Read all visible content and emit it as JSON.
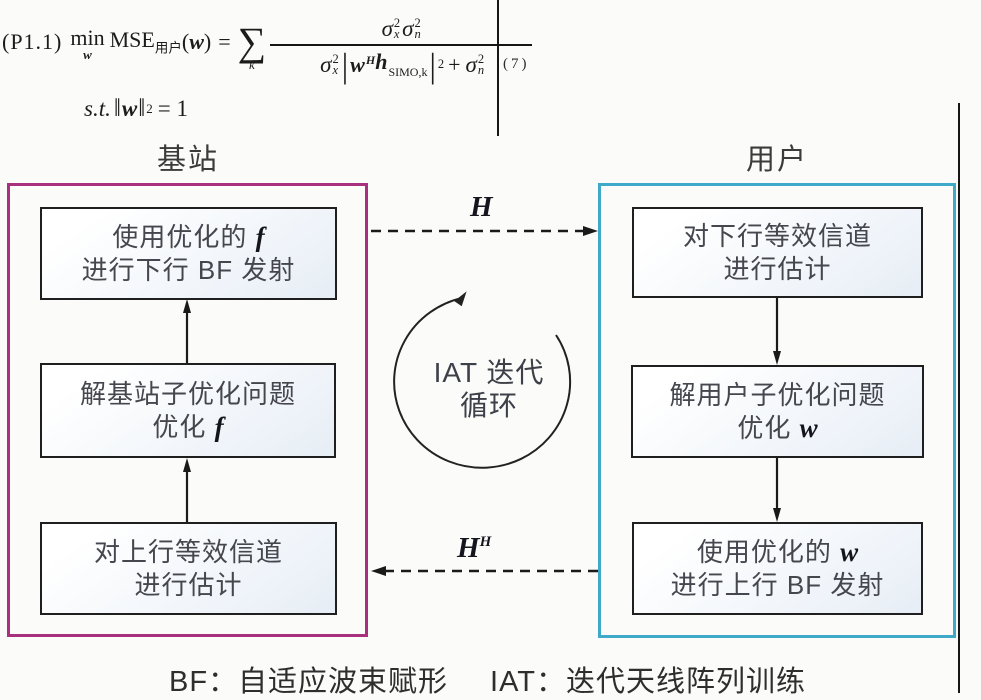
{
  "formula": {
    "label": "(P1.1)",
    "min_op": "min",
    "min_under": "w",
    "mse": "MSE",
    "mse_sub": "用户",
    "arg_open": "(",
    "arg_var": "w",
    "arg_close": ")",
    "eq": "=",
    "sum_op": "∑",
    "sum_sub": "k",
    "sigma": "σ",
    "sq": "2",
    "sub_x": "x",
    "sub_n": "n",
    "bar": "|",
    "w": "w",
    "w_sup": "H",
    "h": "h",
    "h_sub": "SIMO,k",
    "plus": "+",
    "eq_number": "(7)",
    "st": "s.t.",
    "norm": "‖",
    "c_var": "w",
    "c_sq": "2",
    "c_eq": "= 1"
  },
  "diagram": {
    "left_panel": {
      "title": "基站",
      "color": "#a8307f",
      "boxes": [
        {
          "lines": [
            {
              "pre": "使用优化的 ",
              "var": "f"
            },
            {
              "pre": "进行下行 BF 发射",
              "var": ""
            }
          ]
        },
        {
          "lines": [
            {
              "pre": "解基站子优化问题",
              "var": ""
            },
            {
              "pre": "优化 ",
              "var": "f"
            }
          ]
        },
        {
          "lines": [
            {
              "pre": "对上行等效信道",
              "var": ""
            },
            {
              "pre": "进行估计",
              "var": ""
            }
          ]
        }
      ]
    },
    "right_panel": {
      "title": "用户",
      "color": "#3fa9c9",
      "boxes": [
        {
          "lines": [
            {
              "pre": "对下行等效信道",
              "var": ""
            },
            {
              "pre": "进行估计",
              "var": ""
            }
          ]
        },
        {
          "lines": [
            {
              "pre": "解用户子优化问题",
              "var": ""
            },
            {
              "pre": "优化 ",
              "var": "w"
            }
          ]
        },
        {
          "lines": [
            {
              "pre": "使用优化的 ",
              "var": "w"
            },
            {
              "pre": "进行上行 BF 发射",
              "var": ""
            }
          ]
        }
      ]
    },
    "h_arrow_label": "H",
    "hh_arrow_label": {
      "base": "H",
      "sup": "H"
    },
    "loop": {
      "line1": "IAT 迭代",
      "line2": "循环"
    },
    "legend": {
      "bf": "BF：自适应波束赋形",
      "iat": "IAT：迭代天线阵列训练"
    },
    "arrow_color": "#1a1a1a"
  }
}
